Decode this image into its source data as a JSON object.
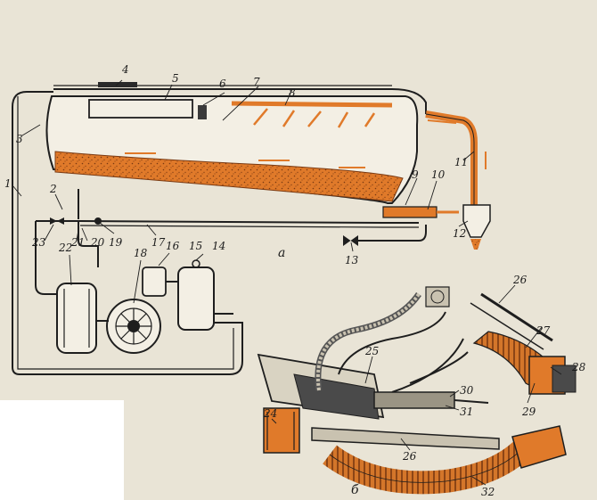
{
  "diagram": {
    "colors": {
      "background": "#e9e4d6",
      "line": "#1e1e1e",
      "material": "#e07a2a",
      "hose": "#cf6d22",
      "grain": "#7a3a12"
    },
    "subfigures": {
      "a": "а",
      "b": "б"
    },
    "labels": {
      "l1": "1",
      "l2": "2",
      "l3": "3",
      "l4": "4",
      "l5": "5",
      "l6": "6",
      "l7": "7",
      "l8": "8",
      "l9": "9",
      "l10": "10",
      "l11": "11",
      "l12": "12",
      "l13": "13",
      "l14": "14",
      "l15": "15",
      "l16": "16",
      "l17": "17",
      "l18": "18",
      "l19": "19",
      "l20": "20",
      "l21": "21",
      "l22": "22",
      "l23": "23",
      "l24": "24",
      "l25": "25",
      "l26a": "26",
      "l26b": "26",
      "l27": "27",
      "l28": "28",
      "l29": "29",
      "l30": "30",
      "l31": "31",
      "l32": "32"
    }
  }
}
